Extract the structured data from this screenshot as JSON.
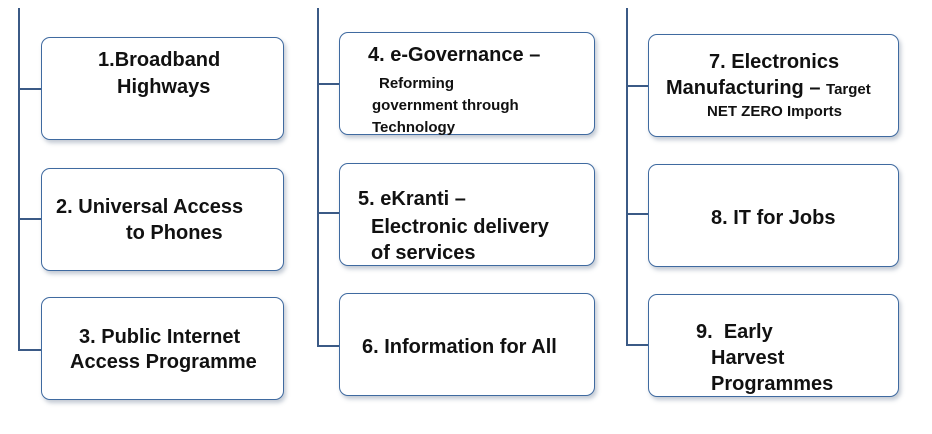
{
  "pillars": [
    {
      "number": "1.",
      "lines": [
        "Broadband",
        "Highways"
      ]
    },
    {
      "number": "2.",
      "lines": [
        "Universal Access",
        "to Phones"
      ]
    },
    {
      "number": "3.",
      "lines": [
        "Public Internet",
        "Access Programme"
      ]
    },
    {
      "number": "4.",
      "title": "e-Governance –",
      "subtitle_lines": [
        "Reforming",
        "government through",
        "Technology"
      ]
    },
    {
      "number": "5.",
      "lines": [
        "eKranti –",
        "Electronic delivery",
        "of services"
      ]
    },
    {
      "number": "6.",
      "lines": [
        "Information for All"
      ]
    },
    {
      "number": "7.",
      "lines": [
        "Electronics",
        "Manufacturing –"
      ],
      "tail": "Target",
      "last_line": "NET ZERO Imports"
    },
    {
      "number": "8.",
      "lines": [
        "IT for Jobs"
      ]
    },
    {
      "number": "9.",
      "lines": [
        "Early",
        "Harvest",
        "Programmes"
      ]
    }
  ]
}
